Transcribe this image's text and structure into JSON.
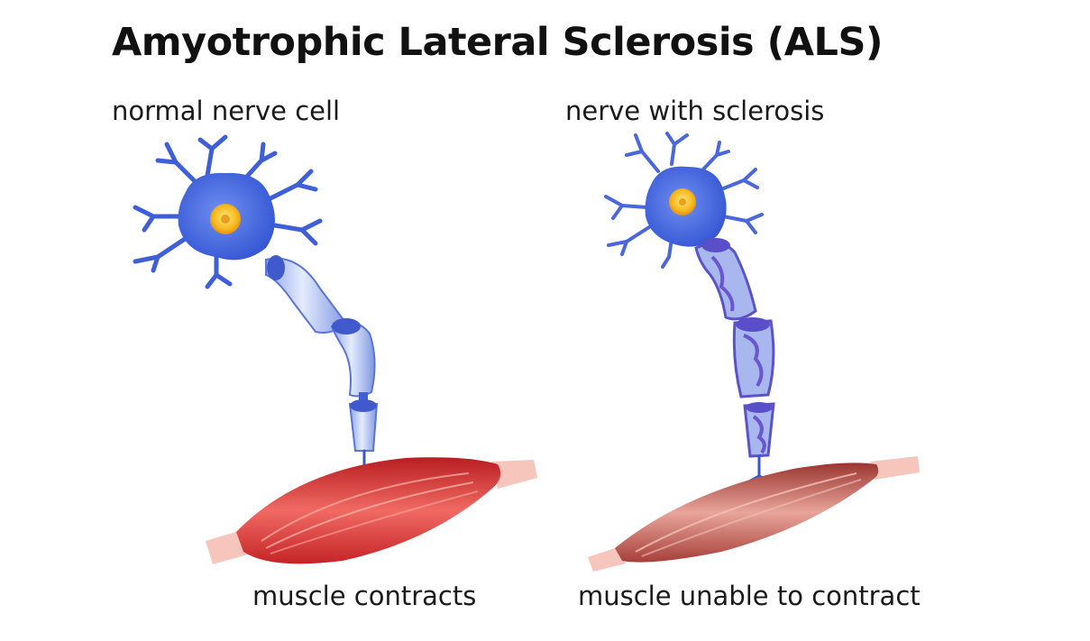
{
  "title": "Amyotrophic Lateral Sclerosis (ALS)",
  "panels": [
    {
      "top_label": "normal nerve cell",
      "bottom_label": "muscle contracts"
    },
    {
      "top_label": "nerve with sclerosis",
      "bottom_label": "muscle unable to contract"
    }
  ],
  "colors": {
    "neuron_body": "#4a6fe3",
    "dendrite": "#3f5fd8",
    "nucleus": "#f7b81c",
    "myelin": "#b9c8f2",
    "damaged_myelin": "#7b6ad8",
    "muscle_healthy": "#d42a2a",
    "muscle_weak": "#b4463e",
    "tendon": "#f6c6bd"
  }
}
